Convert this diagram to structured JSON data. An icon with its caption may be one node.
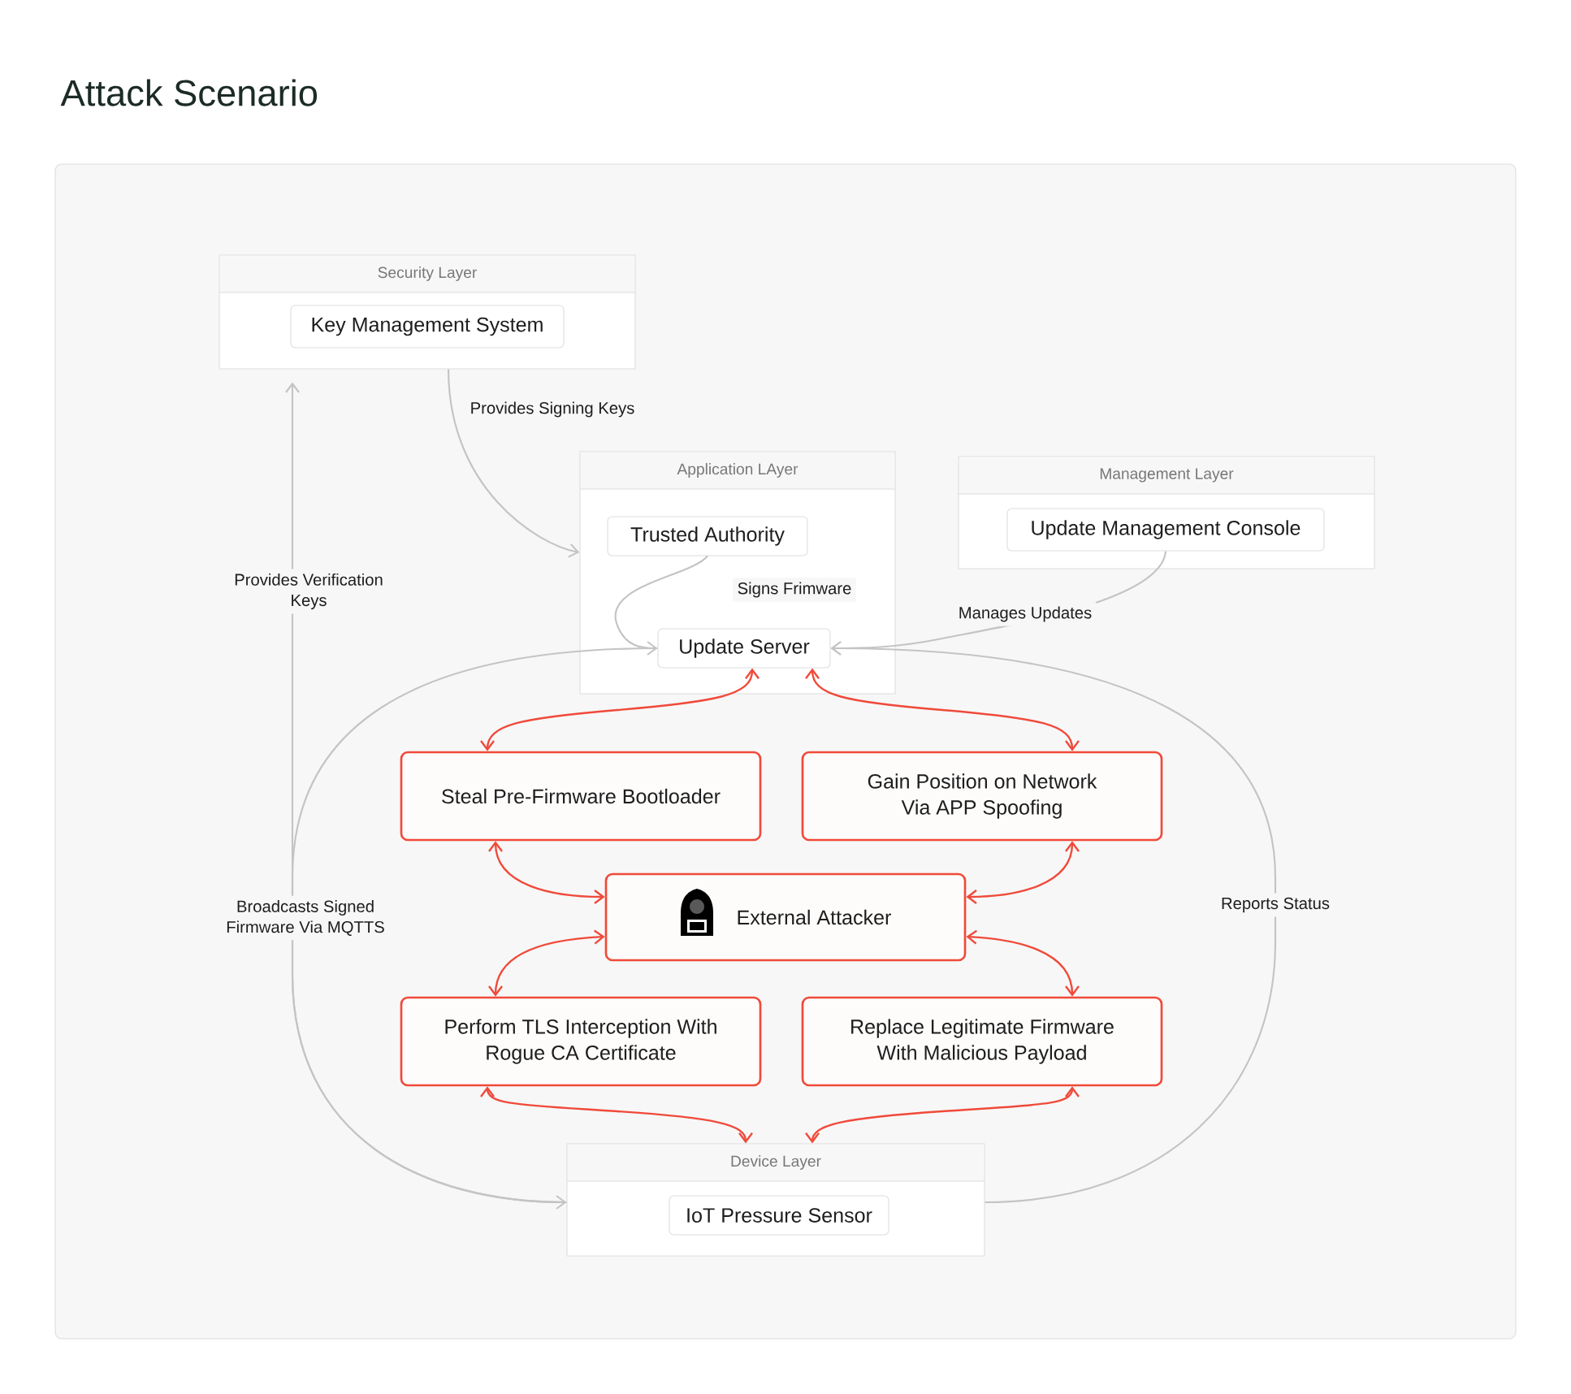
{
  "diagram": {
    "title": "Attack Scenario",
    "nodes": [
      {
        "text": [
          "Security Layer"
        ]
      },
      {
        "text": [
          "Key Management System"
        ],
        "in": 0
      },
      {
        "text": [
          "Application LAyer"
        ]
      },
      {
        "text": [
          "Trusted Authority"
        ],
        "in": 2
      },
      {
        "text": [
          "Update Server"
        ],
        "in": 2
      },
      {
        "text": [
          "Management Layer"
        ]
      },
      {
        "text": [
          "Update Management Console"
        ],
        "in": 5
      },
      {
        "text": [
          "Steal Pre-Firmware Bootloader"
        ]
      },
      {
        "text": [
          "Gain Position on Network Via APP Spoofing"
        ]
      },
      {
        "text": [
          "External Attacker"
        ]
      },
      {
        "text": [
          "Perform TLS Interception With Rogue CA Certificate"
        ]
      },
      {
        "text": [
          "Replace Legitimate Firmware With Malicious Payload"
        ]
      },
      {
        "text": [
          "Device Layer"
        ]
      },
      {
        "text": [
          "IoT Pressure Sensor"
        ],
        "in": 12
      }
    ],
    "edges": [
      {
        "from": 1,
        "to": 2,
        "arrow": "to",
        "label": "Provides Signing Keys",
        "color": "#c4c4c4"
      },
      {
        "from": 3,
        "to": 4,
        "arrow": "to",
        "label": "Signs Frimware",
        "color": "#c4c4c4"
      },
      {
        "from": 6,
        "to": 4,
        "arrow": "to",
        "label": "Manages Updates",
        "color": "#c4c4c4"
      },
      {
        "from": 4,
        "to": 12,
        "arrow": "to",
        "label": "Broadcasts Signed Firmware Via MQTTS",
        "color": "#c4c4c4"
      },
      {
        "from": 12,
        "to": 4,
        "arrow": "to",
        "label": "Reports Status",
        "color": "#c4c4c4"
      },
      {
        "from": 12,
        "to": 0,
        "arrow": "to",
        "label": "Provides Verification Keys",
        "color": "#c4c4c4"
      },
      {
        "from": 7,
        "to": 4,
        "arrow": "both"
      },
      {
        "from": 8,
        "to": 4,
        "arrow": "both"
      },
      {
        "from": 7,
        "to": 9,
        "arrow": "both"
      },
      {
        "from": 8,
        "to": 9,
        "arrow": "both"
      },
      {
        "from": 9,
        "to": 10,
        "arrow": "both"
      },
      {
        "from": 9,
        "to": 11,
        "arrow": "both"
      },
      {
        "from": 12,
        "to": 10,
        "arrow": "both"
      },
      {
        "from": 12,
        "to": 11,
        "arrow": "both"
      }
    ]
  }
}
